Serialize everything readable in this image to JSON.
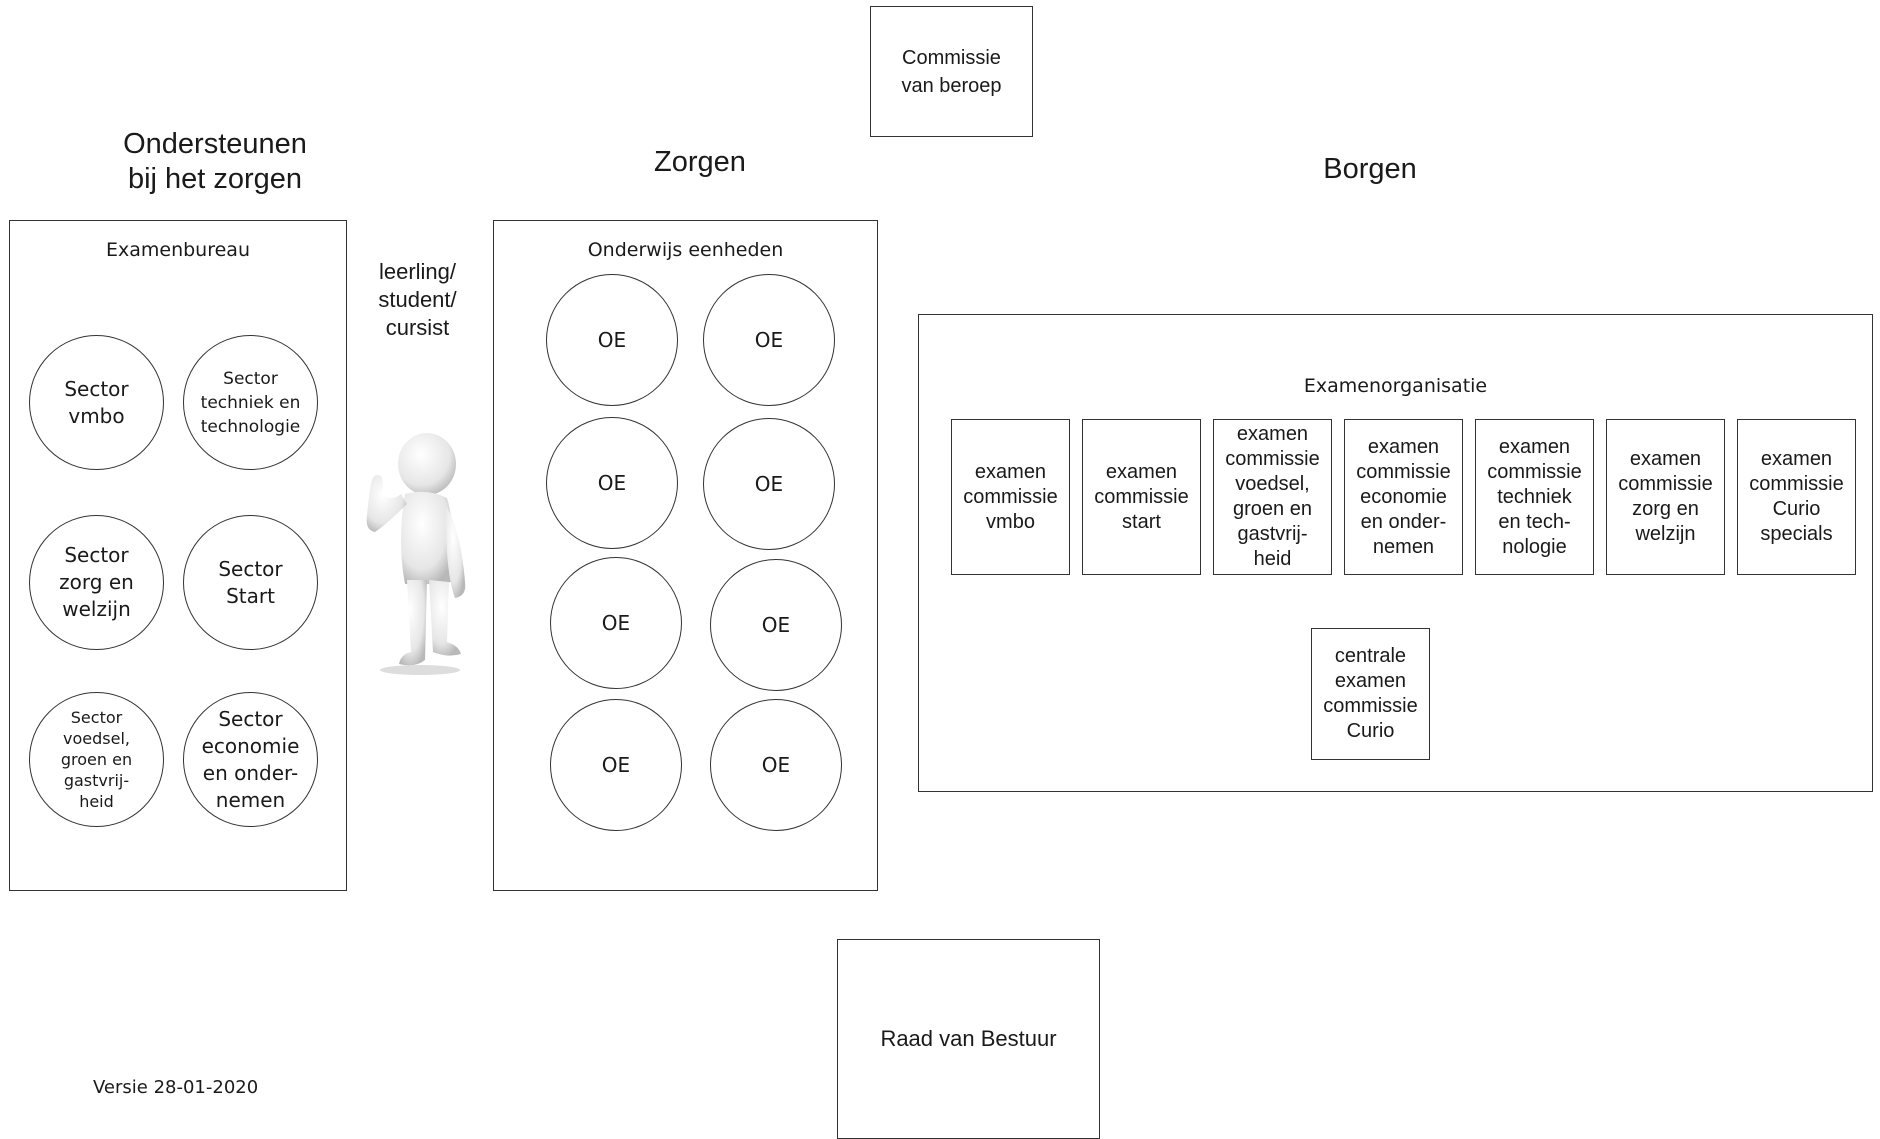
{
  "headings": {
    "support": "Ondersteunen\nbij het zorgen",
    "care": "Zorgen",
    "assure": "Borgen"
  },
  "appeal": "Commissie\nvan beroep",
  "board": "Raad van Bestuur",
  "version": "Versie 28-01-2020",
  "student_label": "leerling/\nstudent/\ncursist",
  "exam_bureau": {
    "title": "Examenbureau",
    "sectors": [
      "Sector\nvmbo",
      "Sector\ntechniek en\ntechnologie",
      "Sector\nzorg en\nwelzijn",
      "Sector\nStart",
      "Sector\nvoedsel,\ngroen en\ngastvrij-\nheid",
      "Sector\neconomie\nen onder-\nnemen"
    ]
  },
  "education_units": {
    "title": "Onderwijs eenheden",
    "units": [
      "OE",
      "OE",
      "OE",
      "OE",
      "OE",
      "OE",
      "OE",
      "OE"
    ]
  },
  "exam_org": {
    "title": "Examenorganisatie",
    "committees": [
      "examen\ncommissie\nvmbo",
      "examen\ncommissie\nstart",
      "examen\ncommissie\nvoedsel,\ngroen en\ngastvrij-\nheid",
      "examen\ncommissie\neconomie\nen onder-\nnemen",
      "examen\ncommissie\ntechniek\nen tech-\nnologie",
      "examen\ncommissie\nzorg en\nwelzijn",
      "examen\ncommissie\nCurio\nspecials"
    ],
    "central": "centrale\nexamen\ncommissie\nCurio"
  }
}
